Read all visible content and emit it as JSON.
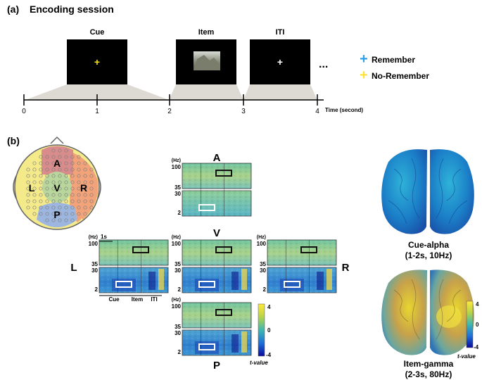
{
  "panel_a": {
    "label": "(a)",
    "title": "Encoding session",
    "screens": [
      {
        "label": "Cue",
        "content": "+",
        "content_color": "#f2e600"
      },
      {
        "label": "Item",
        "content": "photo"
      },
      {
        "label": "ITI",
        "content": "+",
        "content_color": "#ffffff"
      }
    ],
    "ellipsis": "...",
    "legend": [
      {
        "symbol": "+",
        "label": "Remember",
        "color": "#2f9fe6"
      },
      {
        "symbol": "+",
        "label": "No-Remember",
        "color": "#ffe23a"
      }
    ],
    "timeline_ticks": [
      "0",
      "1",
      "2",
      "3",
      "4"
    ],
    "time_label": "Time (second)"
  },
  "panel_b": {
    "label": "(b)",
    "head_regions": [
      {
        "key": "A",
        "label": "A",
        "color": "#d98c8c"
      },
      {
        "key": "L",
        "label": "L",
        "color": "#f5ea8a"
      },
      {
        "key": "V",
        "label": "V",
        "color": "#b9d79c"
      },
      {
        "key": "R",
        "label": "R",
        "color": "#f2a37a"
      },
      {
        "key": "P",
        "label": "P",
        "color": "#9db6e0"
      }
    ],
    "tf_titles": {
      "A": "A",
      "V": "V",
      "L": "L",
      "R": "R",
      "P": "P"
    },
    "freq_unit": "(Hz)",
    "freq_high_ticks": [
      "100",
      "35"
    ],
    "freq_low_ticks": [
      "30",
      "2"
    ],
    "time_scale": "1s",
    "x_labels": [
      "Cue",
      "Item",
      "ITI"
    ],
    "colorbar": {
      "max": "4",
      "mid": "0",
      "min": "-4",
      "label": "t-value"
    },
    "brains": [
      {
        "caption_line1": "Cue-alpha",
        "caption_line2": "(1-2s, 10Hz)"
      },
      {
        "caption_line1": "Item-gamma",
        "caption_line2": "(2-3s, 80Hz)"
      }
    ],
    "brain_colorbar": {
      "max": "4",
      "mid": "0",
      "min": "-4",
      "label": "t-value"
    }
  }
}
